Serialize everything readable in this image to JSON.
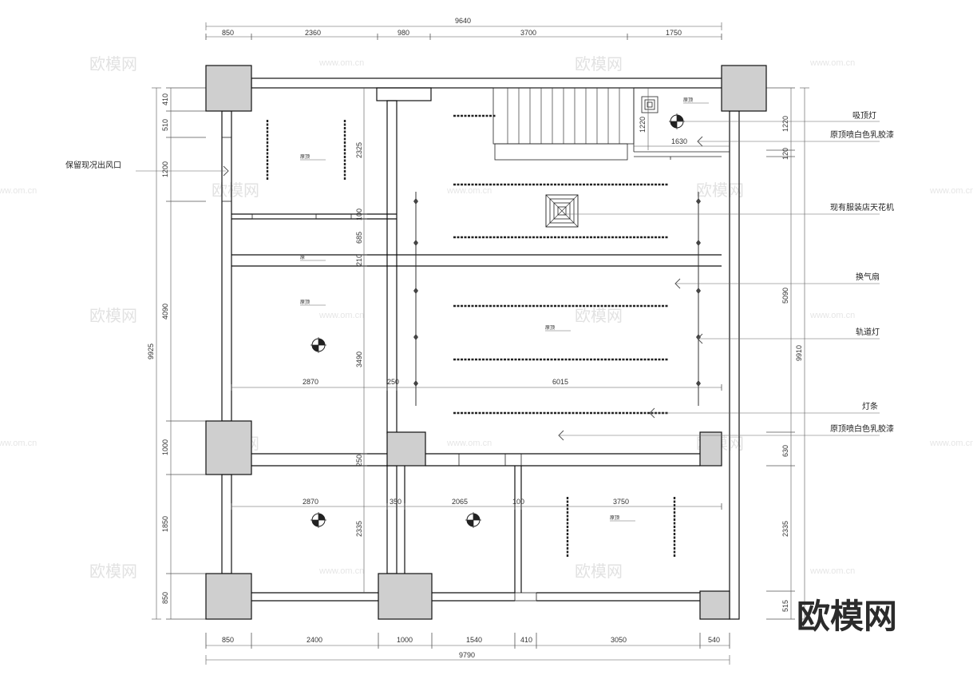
{
  "watermarks": {
    "logo_text": "欧模网",
    "url_text": "www.om.cn",
    "corner_logo": "欧模网"
  },
  "dimensions": {
    "top_total": "9640",
    "top_segments": [
      "850",
      "2360",
      "980",
      "3700",
      "1750"
    ],
    "bottom_total": "9790",
    "bottom_segments": [
      "850",
      "2400",
      "1000",
      "1540",
      "410",
      "3050",
      "540"
    ],
    "left_total": "9925",
    "left_segments": [
      "410",
      "510",
      "1200",
      "4090",
      "1000",
      "1850",
      "850"
    ],
    "right_total": "9910",
    "right_segments": [
      "1220",
      "120",
      "5090",
      "630",
      "2335",
      "515"
    ],
    "interior_vertical": [
      "2325",
      "100",
      "685",
      "210",
      "3490",
      "250",
      "2335"
    ],
    "row_middle": [
      "2870",
      "250",
      "6015"
    ],
    "row_lower": [
      "2870",
      "350",
      "2065",
      "100",
      "3750"
    ],
    "light_box_h": "1220",
    "light_box_w": "1630"
  },
  "annotations": {
    "left_vent": "保留现况出风口",
    "ceiling_light": "吸顶灯",
    "paint_top": "原顶喷白色乳胶漆",
    "existing_ceiling": "现有服装店天花机",
    "exhaust_fan": "换气扇",
    "track_light": "轨道灯",
    "light_strip": "灯条",
    "paint_bottom": "原顶喷白色乳胶漆"
  },
  "room_tags": [
    "原顶",
    "原顶",
    "原",
    "原顶",
    "原顶",
    "原顶"
  ]
}
